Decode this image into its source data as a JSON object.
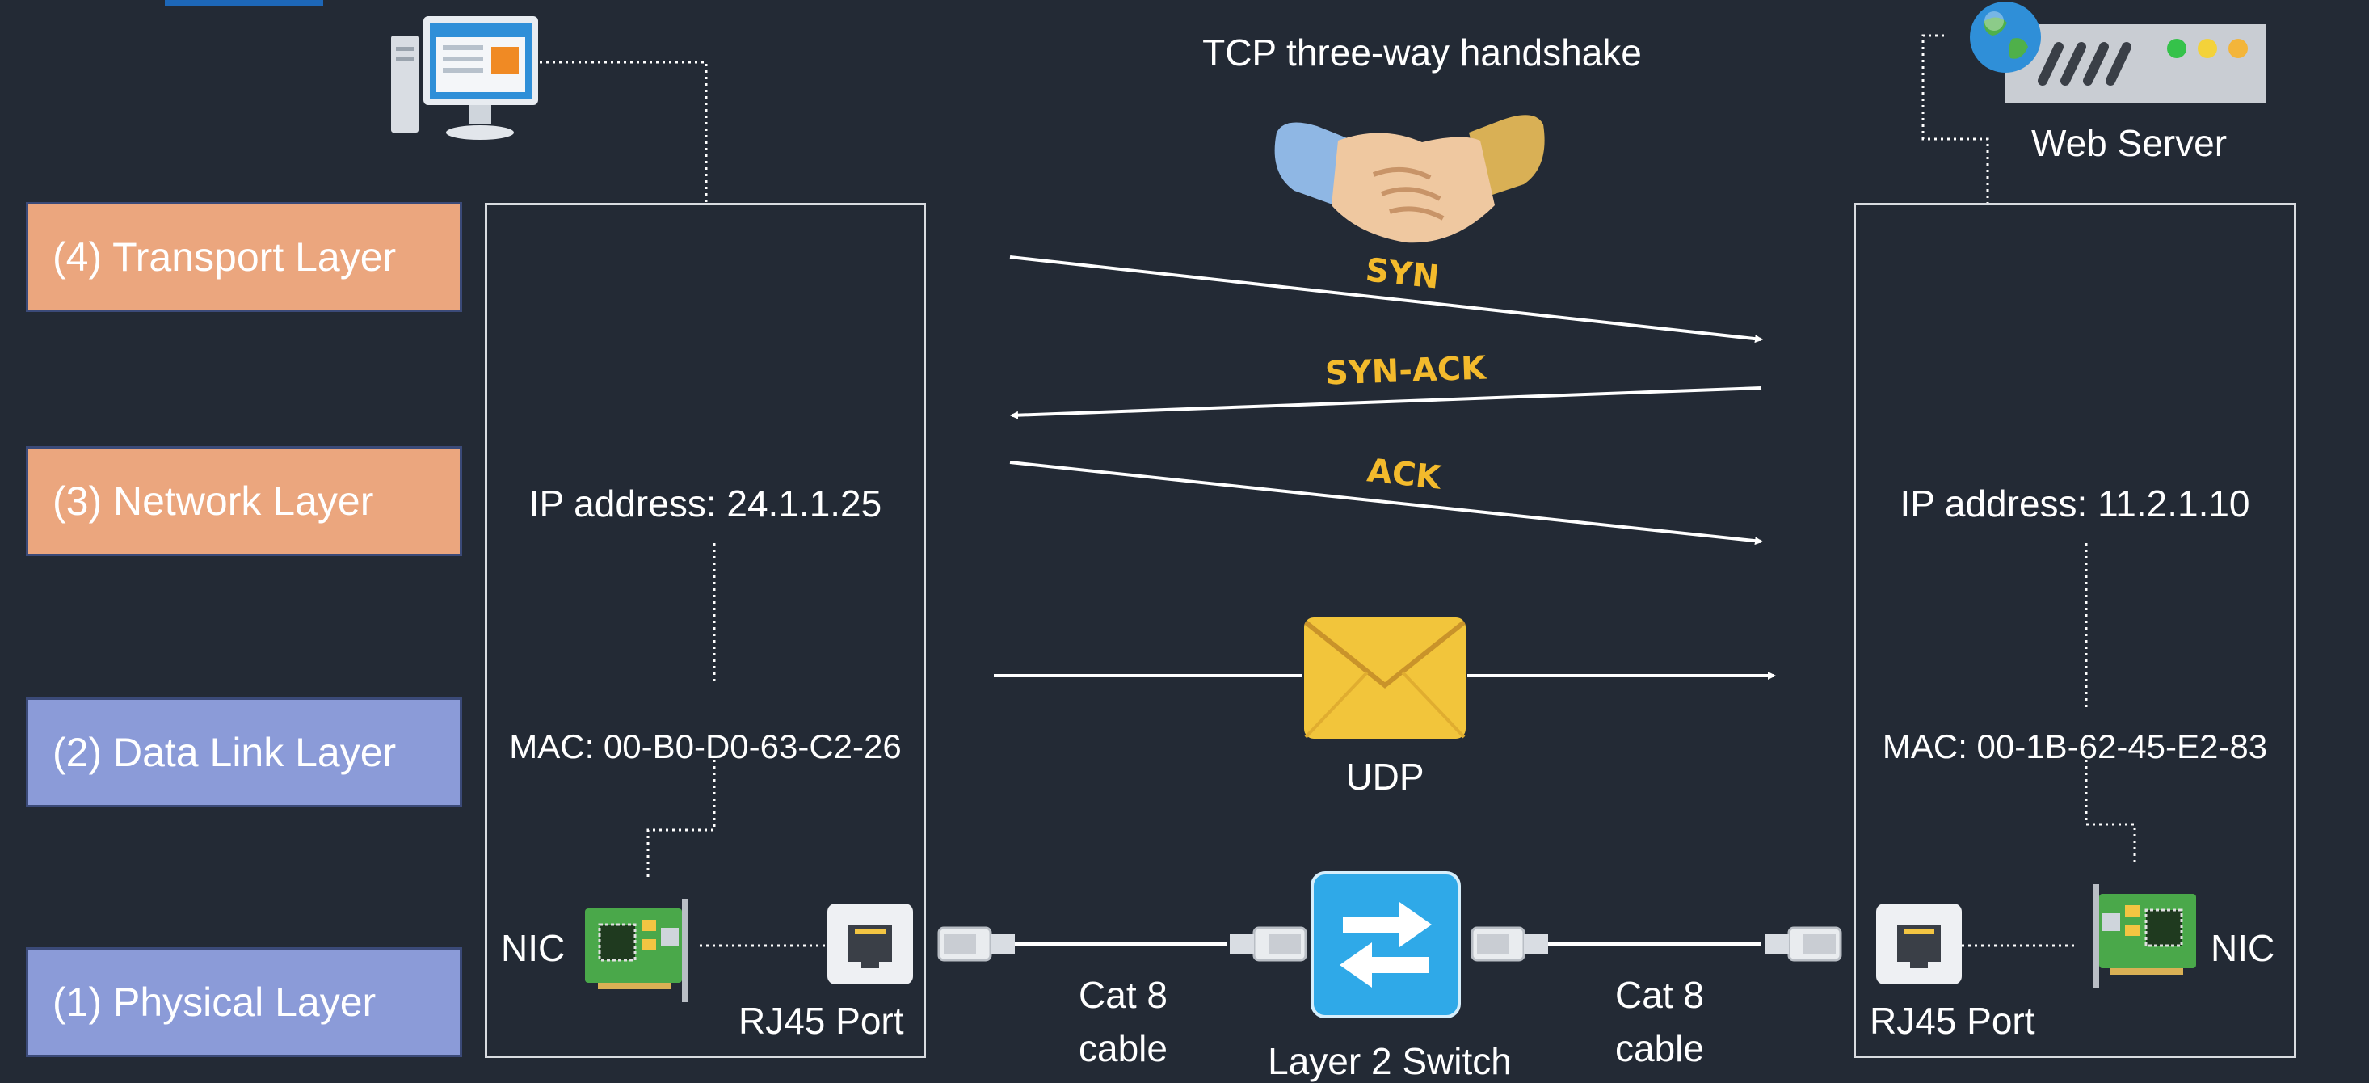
{
  "layers": [
    {
      "label": "(4) Transport Layer",
      "kind": "orange"
    },
    {
      "label": "(3) Network Layer",
      "kind": "orange"
    },
    {
      "label": "(2) Data Link Layer",
      "kind": "blue"
    },
    {
      "label": "(1) Physical Layer",
      "kind": "blue"
    }
  ],
  "title": "TCP three-way handshake",
  "handshake": {
    "syn": "SYN",
    "syn_ack": "SYN-ACK",
    "ack": "ACK"
  },
  "udp_label": "UDP",
  "client": {
    "ip": "IP address: 24.1.1.25",
    "mac": "MAC: 00-B0-D0-63-C2-26",
    "nic": "NIC",
    "port": "RJ45 Port"
  },
  "server": {
    "name": "Web Server",
    "ip": "IP address: 11.2.1.10",
    "mac": "MAC: 00-1B-62-45-E2-83",
    "nic": "NIC",
    "port": "RJ45 Port"
  },
  "cable_left": {
    "line1": "Cat 8",
    "line2": "cable"
  },
  "cable_right": {
    "line1": "Cat 8",
    "line2": "cable"
  },
  "switch_label": "Layer 2 Switch",
  "colors": {
    "background": "#232a35",
    "transport_network": "#eba67e",
    "datalink_physical": "#8b9bd8",
    "handshake_label": "#f3ba2c",
    "switch": "#2fa9e8"
  },
  "icons": [
    "desktop-computer-icon",
    "web-server-icon",
    "globe-icon",
    "handshake-icon",
    "envelope-icon",
    "network-card-icon",
    "rj45-port-icon",
    "ethernet-plug-icon",
    "network-switch-icon"
  ]
}
